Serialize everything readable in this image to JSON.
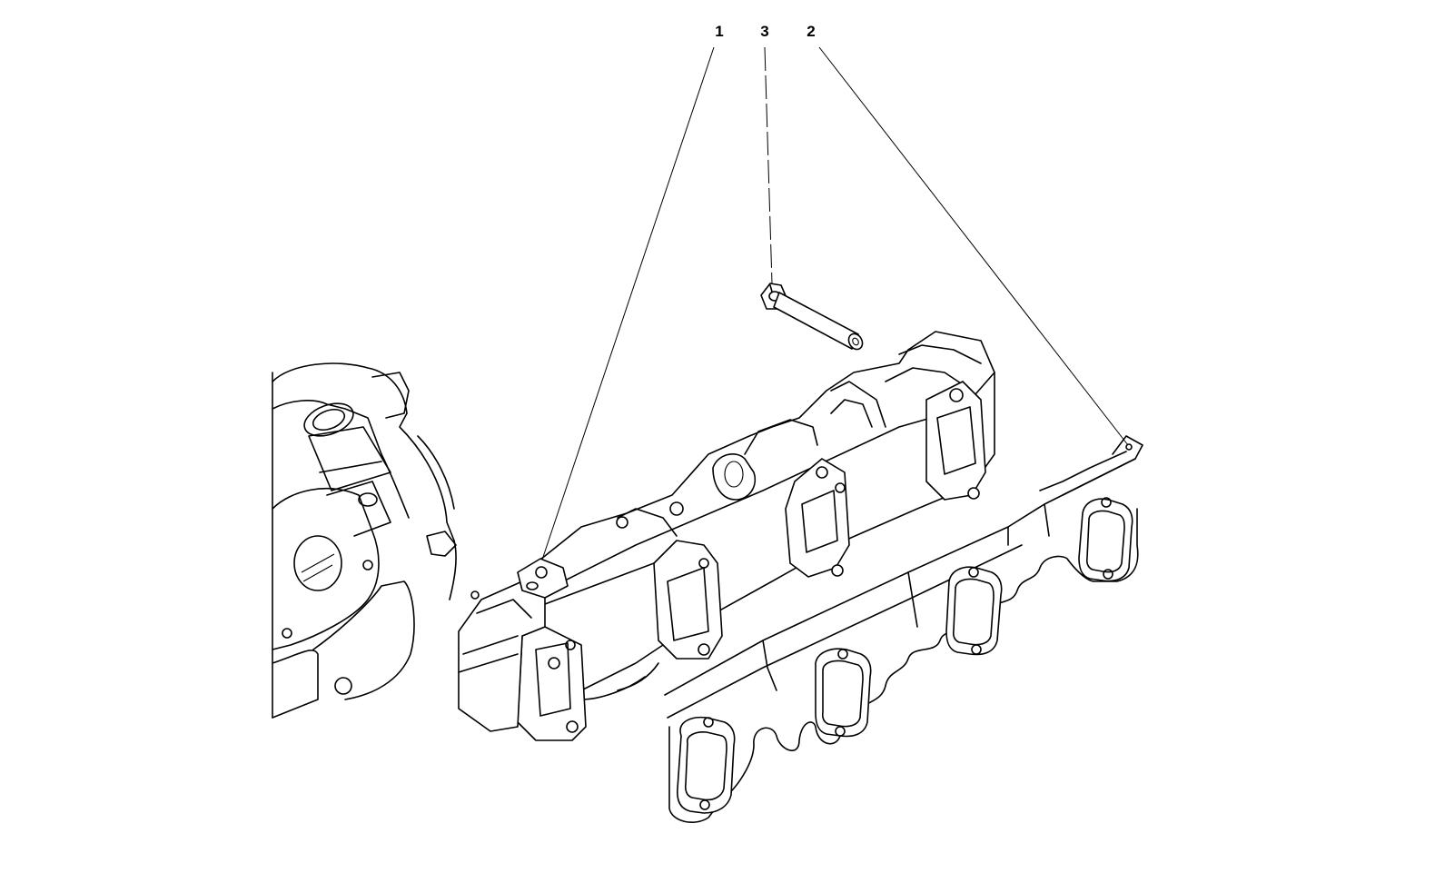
{
  "callouts": [
    {
      "id": "1",
      "label": "1",
      "part": "exhaust-manifold"
    },
    {
      "id": "3",
      "label": "3",
      "part": "bolt"
    },
    {
      "id": "2",
      "label": "2",
      "part": "manifold-gasket"
    }
  ]
}
